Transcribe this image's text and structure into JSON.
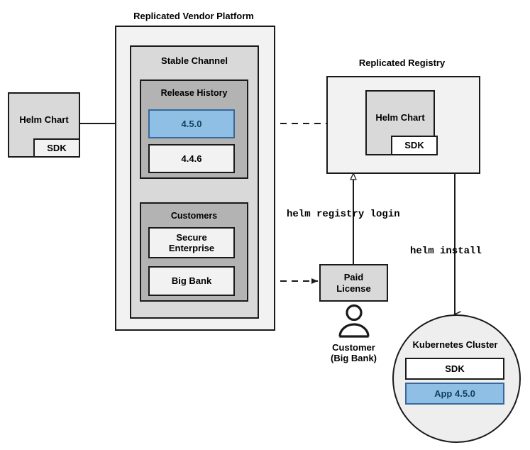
{
  "diagram": {
    "title_vendor_platform": "Replicated Vendor Platform",
    "title_registry": "Replicated Registry",
    "stable_channel": "Stable Channel",
    "release_history": "Release History",
    "customers": "Customers",
    "colors": {
      "highlight_fill": "#8fbfe4",
      "highlight_border": "#36699e",
      "highlight_text": "#12405f",
      "outer_fill": "#f2f2f2",
      "mid_fill": "#d9d9d9",
      "inner_fill": "#b3b3b3",
      "stroke": "#1a1a1a"
    }
  },
  "source_chart": {
    "label": "Helm Chart",
    "sdk_label": "SDK"
  },
  "releases": [
    {
      "version": "4.5.0",
      "highlighted": true
    },
    {
      "version": "4.4.6",
      "highlighted": false
    }
  ],
  "customers": [
    {
      "name": "Secure\nEnterprise",
      "line1": "Secure",
      "line2": "Enterprise"
    },
    {
      "name": "Big Bank",
      "line1": "Big Bank",
      "line2": ""
    }
  ],
  "registry": {
    "chart_label": "Helm Chart",
    "sdk_label": "SDK"
  },
  "license": {
    "line1": "Paid",
    "line2": "License"
  },
  "customer_actor": {
    "line1": "Customer",
    "line2": "(Big Bank)",
    "icon": "person-icon"
  },
  "cluster": {
    "title": "Kubernetes Cluster",
    "items": [
      {
        "label": "SDK",
        "highlighted": false
      },
      {
        "label": "App 4.5.0",
        "highlighted": true
      }
    ]
  },
  "commands": {
    "registry_login": "helm registry login",
    "install": "helm install"
  }
}
